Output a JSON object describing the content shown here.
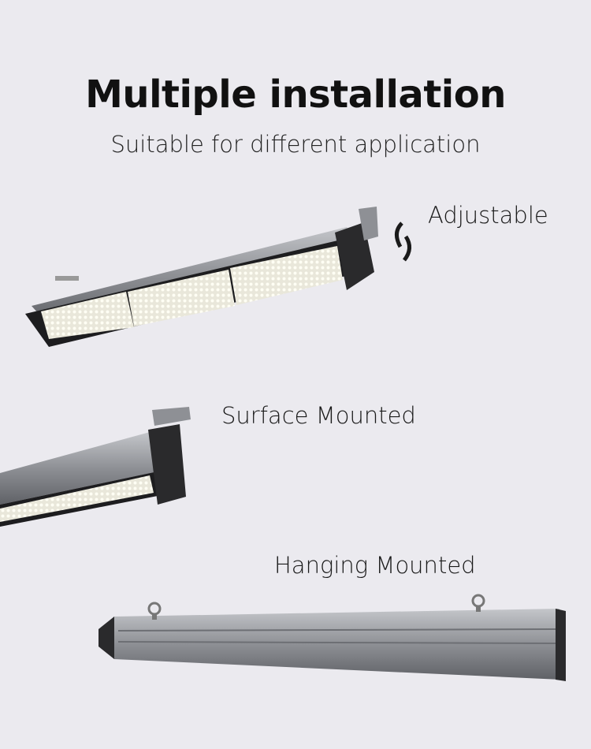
{
  "header": {
    "title": "Multiple installation",
    "subtitle": "Suitable for different application"
  },
  "installations": [
    {
      "label": "Adjustable",
      "icon": "rotate-arrows-icon"
    },
    {
      "label": "Surface Mounted"
    },
    {
      "label": "Hanging Mounted"
    }
  ],
  "colors": {
    "background": "#ebeaef",
    "housing": "#9a9ca1",
    "endcap": "#2a2a2c",
    "led": "#f4f2e6"
  }
}
